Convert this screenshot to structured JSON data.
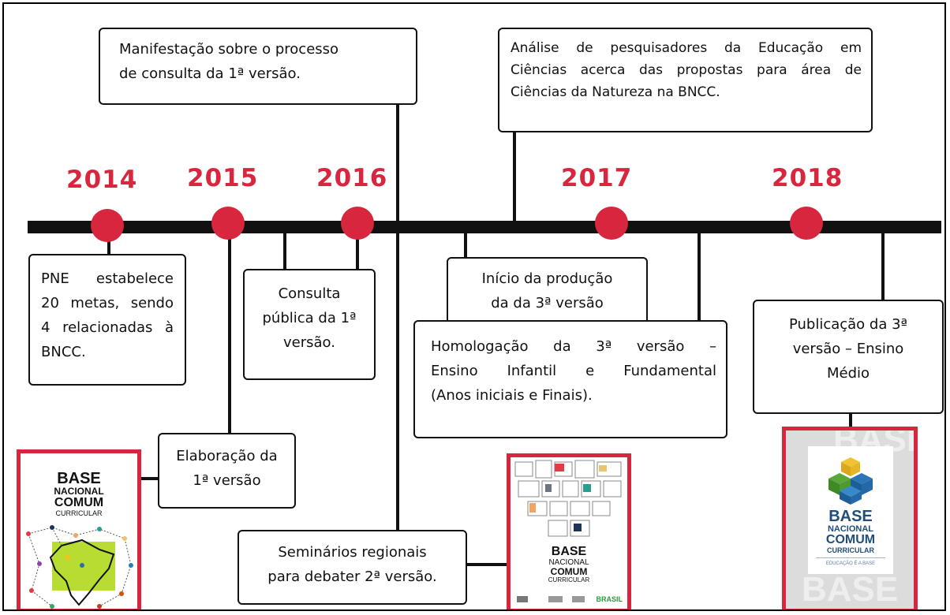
{
  "timeline": {
    "years": [
      "2014",
      "2015",
      "2016",
      "2017",
      "2018"
    ]
  },
  "events": {
    "pne": {
      "lines": [
        "PNE estabelece",
        "20 metas, sendo",
        "4 relacionadas à",
        "BNCC."
      ]
    },
    "elaboracao": {
      "lines": [
        "Elaboração da",
        "1ª versão"
      ]
    },
    "consulta": {
      "lines": [
        "Consulta",
        "pública da 1ª",
        "versão."
      ]
    },
    "manifestacao": {
      "lines": [
        "Manifestação sobre o processo",
        "de consulta da 1ª versão."
      ]
    },
    "seminarios": {
      "lines": [
        "Seminários regionais",
        "para debater 2ª versão."
      ]
    },
    "inicio": {
      "lines": [
        "Início da produção",
        "da da 3ª versão"
      ]
    },
    "analise": {
      "lines": [
        "Análise de pesquisadores da Educação em",
        "Ciências acerca das propostas para área de",
        "Ciências da Natureza na BNCC."
      ]
    },
    "homologacao": {
      "lines": [
        "Homologação da 3ª versão –",
        "Ensino Infantil e Fundamental",
        "(Anos iniciais e Finais)."
      ]
    },
    "publicacao": {
      "lines": [
        "Publicação da 3ª",
        "versão – Ensino",
        "Médio"
      ]
    }
  },
  "covers": {
    "first": {
      "title_lines": [
        "BASE",
        "NACIONAL",
        "COMUM",
        "CURRICULAR"
      ]
    },
    "second": {
      "title_lines": [
        "BASE",
        "NACIONAL",
        "COMUM",
        "CURRICULAR"
      ],
      "footer": "BRASIL"
    },
    "third": {
      "title_lines": [
        "BASE",
        "NACIONAL",
        "COMUM",
        "CURRICULAR"
      ],
      "tagline": "EDUCAÇÃO É A BASE",
      "watermark": "BASE"
    }
  },
  "colors": {
    "accent_red": "#d7263d",
    "line_black": "#111111",
    "cube_blue": "#2a76b8",
    "cube_green": "#5aa83a",
    "cube_yellow": "#f2c230",
    "map_green": "#b7dd32",
    "brand_navy": "#1f4e79"
  }
}
